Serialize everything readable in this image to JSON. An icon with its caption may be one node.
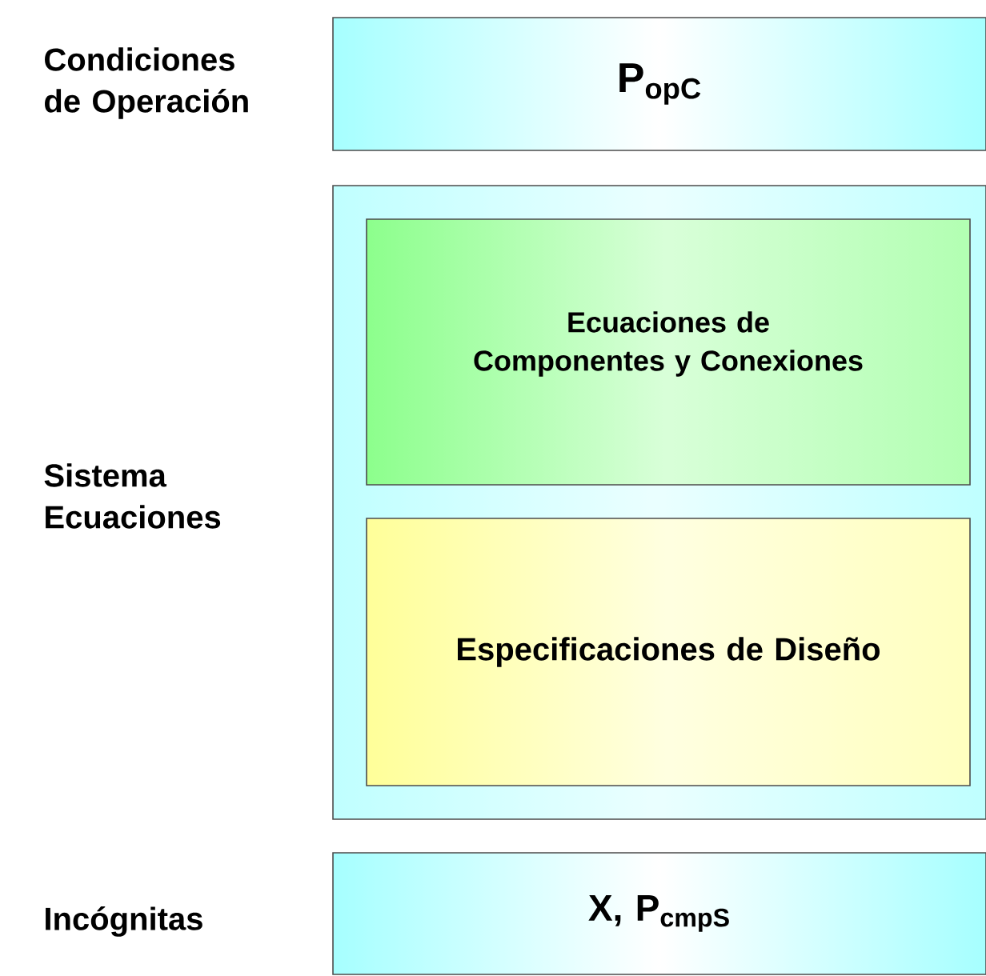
{
  "diagram": {
    "nodes": [
      {
        "text": [
          "P$_{opC}$"
        ]
      },
      {
        "text": [],
        "shape": "box"
      },
      {
        "text": [
          "Ecuaciones de Componentes y Conexiones"
        ],
        "in": 1
      },
      {
        "text": [
          "Especificaciones de Diseño"
        ],
        "in": 1
      },
      {
        "text": [
          "X,   P$_{cmpS}$"
        ]
      }
    ],
    "labels": [
      "Condiciones de Operación",
      "Sistema Ecuaciones",
      "Incógnitas"
    ]
  }
}
